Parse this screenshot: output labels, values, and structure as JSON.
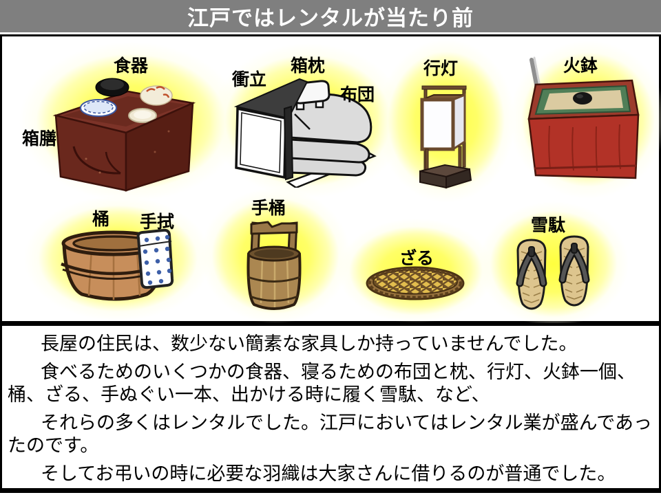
{
  "title": "江戸ではレンタルが当たり前",
  "labels": {
    "shokki": "食器",
    "hakozen": "箱膳",
    "tsuitate": "衝立",
    "hakomakura": "箱枕",
    "futon": "布団",
    "andon": "行灯",
    "hibachi": "火鉢",
    "oke": "桶",
    "tenugui": "手拭",
    "teoke": "手桶",
    "zaru": "ざる",
    "setta": "雪駄"
  },
  "body": {
    "p1": "長屋の住民は、数少ない簡素な家具しか持っていませんでした。",
    "p2": "食べるためのいくつかの食器、寝るための布団と枕、行灯、火鉢一個、桶、ざる、手ぬぐい一本、出かける時に履く雪駄、など、",
    "p3": "それらの多くはレンタルでした。江戸においてはレンタル業が盛んであったのです。",
    "p4": "そしてお弔いの時に必要な羽織は大家さんに借りるのが普通でした。"
  },
  "colors": {
    "title_bar_bg": "#7f7f7f",
    "title_text": "#ffffff",
    "body_text": "#000000",
    "glow": "#ffff44",
    "border": "#000000"
  }
}
